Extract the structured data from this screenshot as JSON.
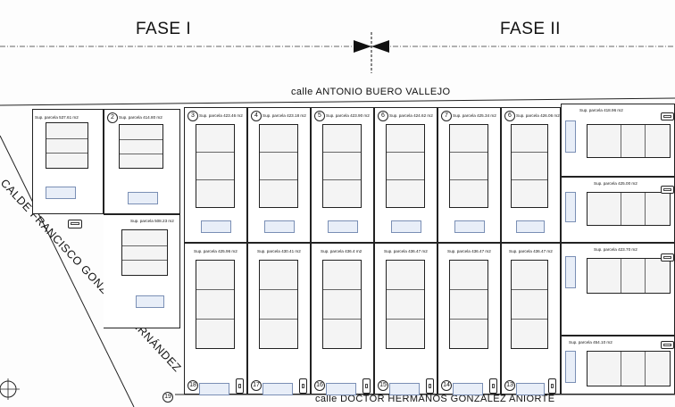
{
  "phases": {
    "left": "FASE I",
    "right": "FASE II"
  },
  "streets": {
    "top": "calle ANTONIO BUERO VALLEJO",
    "bottom": "calle DOCTOR HERMANOS GONZÁLEZ ANIORTE",
    "diagonal": "CALDE FRANCISCO GONZÁLEZ FERNÁNDEZ"
  },
  "plots": {
    "nw1": {
      "area": "Sup. parcela 537.61 m2"
    },
    "nw2": {
      "number": "2",
      "area": "Sup. parcela 414.80 m2"
    },
    "sw19": {
      "number": "19",
      "area": "Sup. parcela 508.23 m2"
    },
    "top": [
      {
        "number": "3",
        "area": "Sup. parcela 423.46 m2"
      },
      {
        "number": "4",
        "area": "Sup. parcela 423.18 m2"
      },
      {
        "number": "5",
        "area": "Sup. parcela 423.90 m2"
      },
      {
        "number": "6",
        "area": "Sup. parcela 424.62 m2"
      },
      {
        "number": "7",
        "area": "Sup. parcela 425.34 m2"
      },
      {
        "number": "6",
        "area": "Sup. parcela 426.06 m2"
      }
    ],
    "bottom": [
      {
        "number": "18",
        "area": "Sup. parcela 425.96 m2"
      },
      {
        "number": "17",
        "area": "Sup. parcela 430.41 m2"
      },
      {
        "number": "16",
        "area": "Sup. parcela 436.4 m2"
      },
      {
        "number": "15",
        "area": "Sup. parcela 436.47 m2"
      },
      {
        "number": "14",
        "area": "Sup. parcela 436.47 m2"
      },
      {
        "number": "13",
        "area": "Sup. parcela 436.47 m2"
      }
    ],
    "east": [
      {
        "area": "Sup. parcela 418.96 m2"
      },
      {
        "area": "Sup. parcela 425.00 m2"
      },
      {
        "area": "Sup. parcela 423.70 m2"
      },
      {
        "area": "Sup. parcela 454.10 m2"
      }
    ]
  }
}
